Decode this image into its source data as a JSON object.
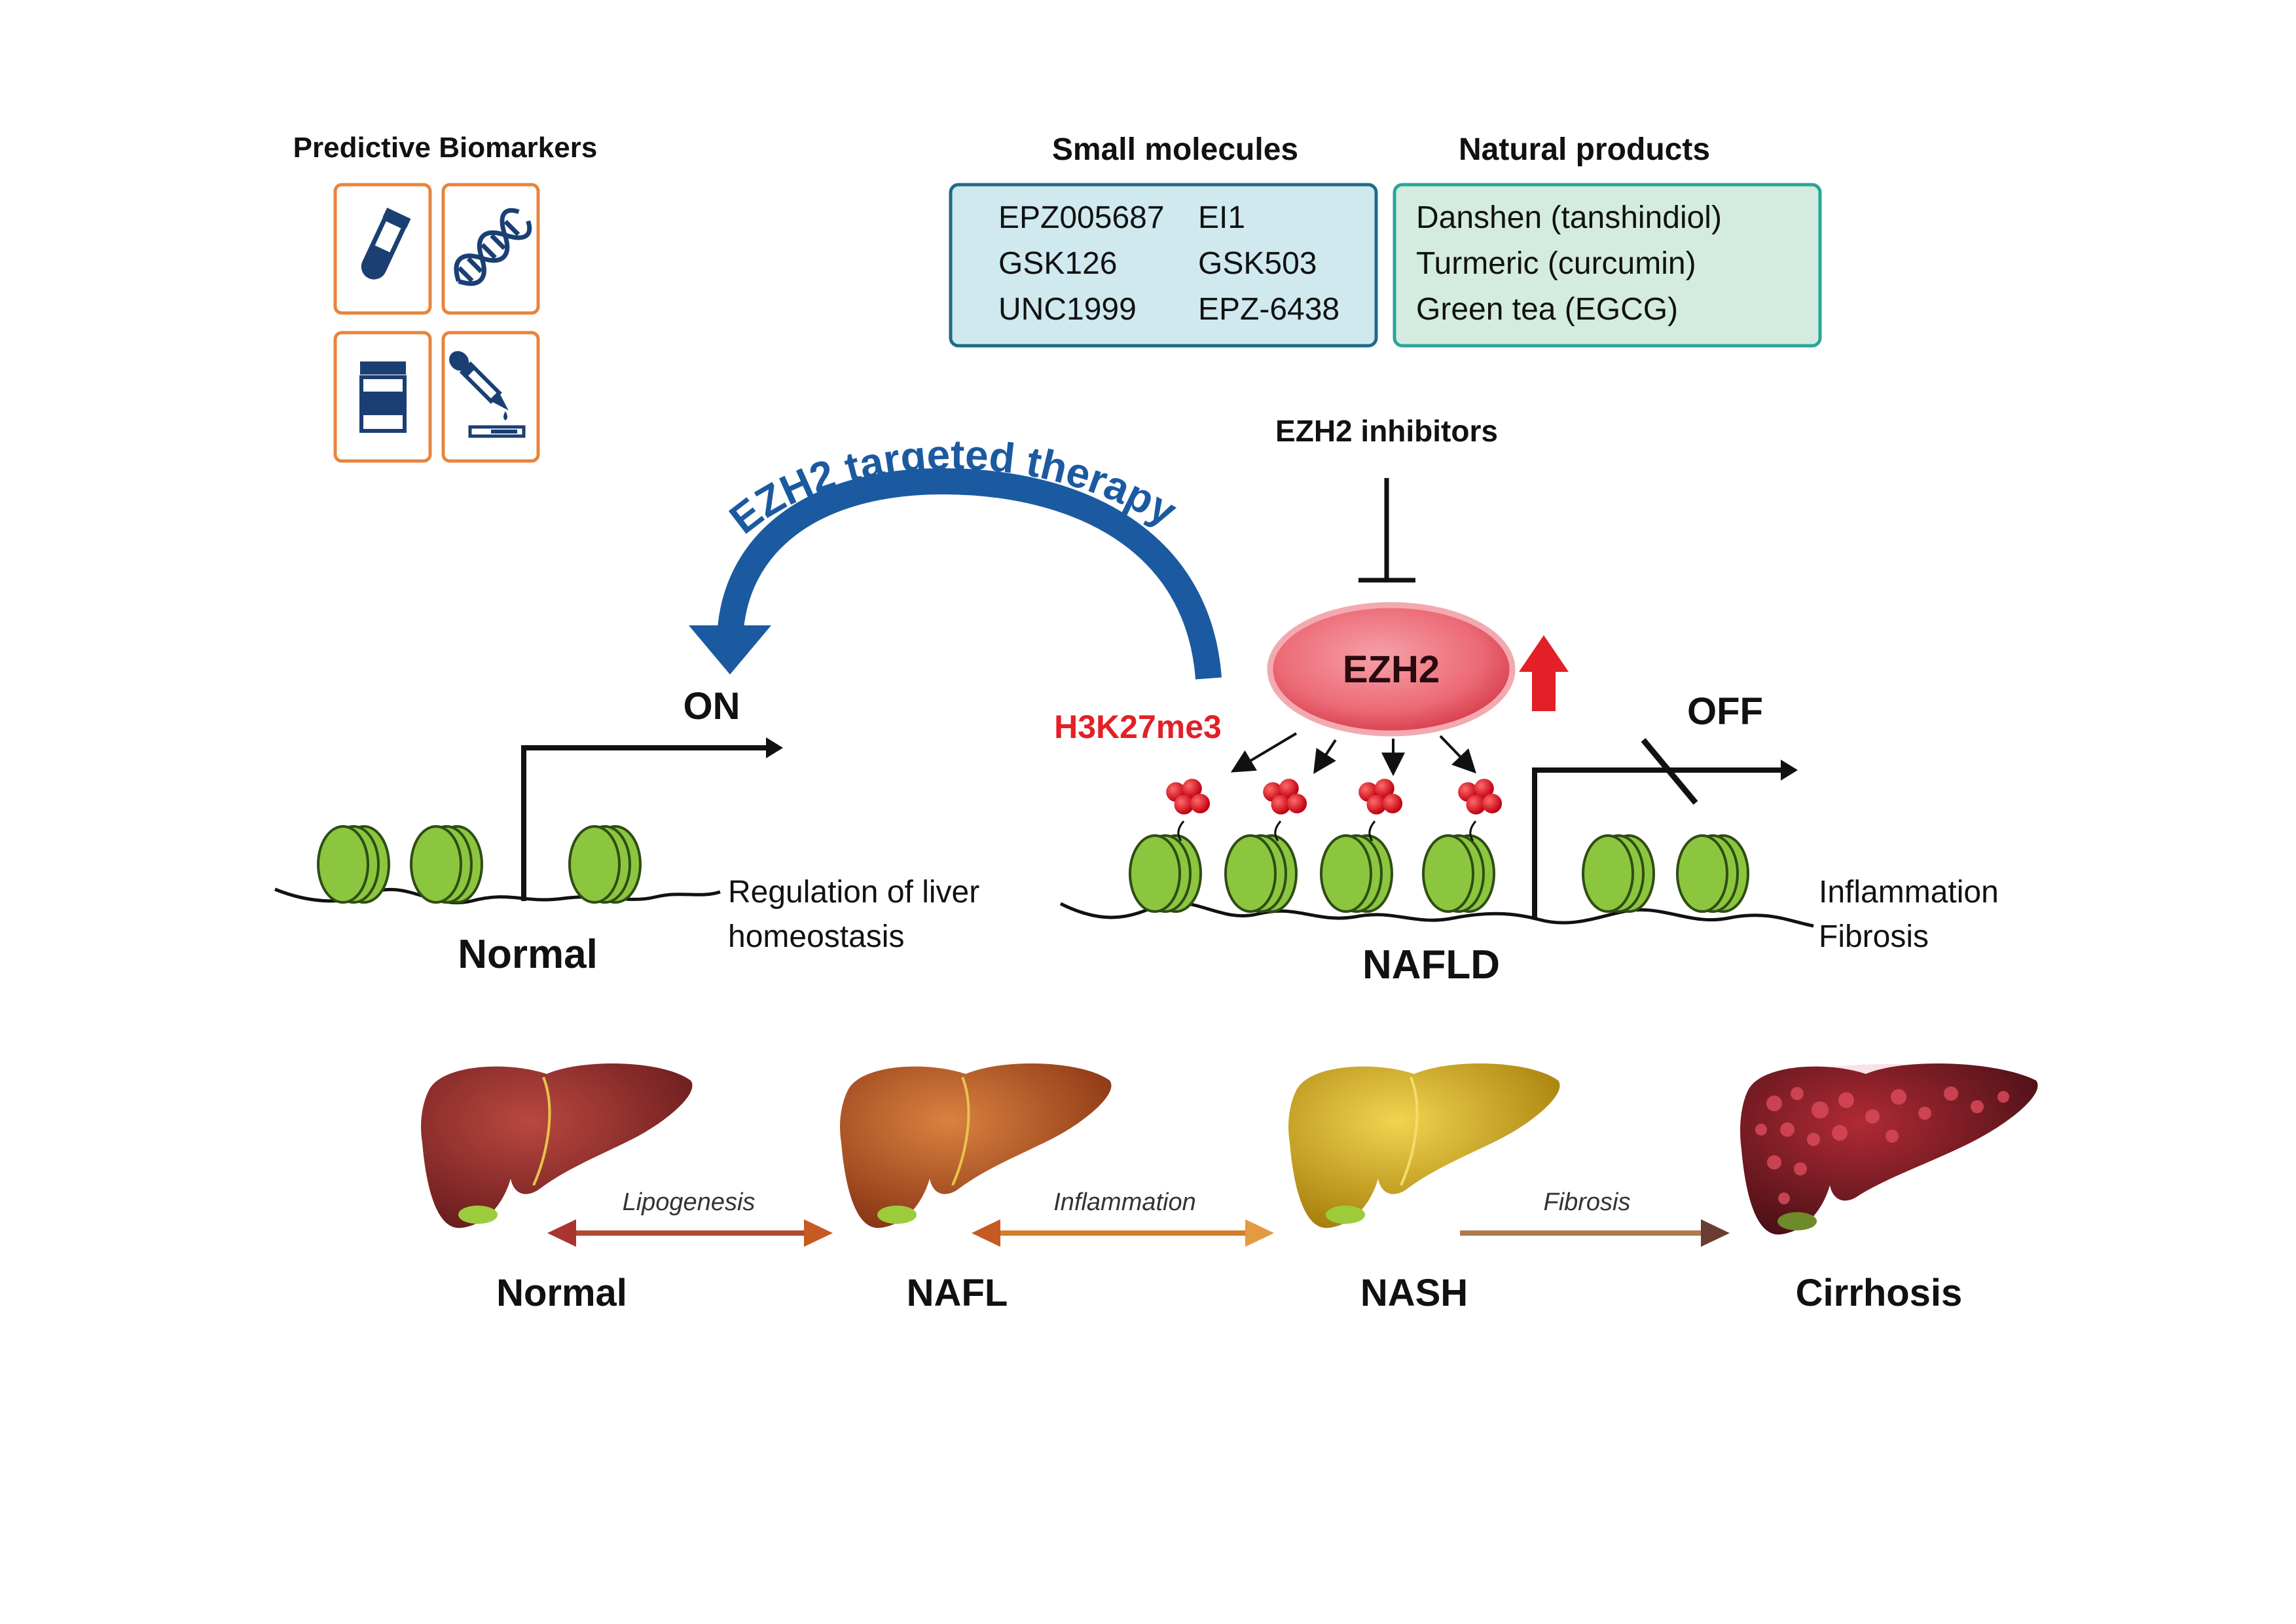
{
  "biomarkers": {
    "title": "Predictive Biomarkers",
    "icons": [
      "blood-tube-icon",
      "dna-icon",
      "specimen-jar-icon",
      "pipette-icon"
    ]
  },
  "small_molecules": {
    "title": "Small molecules",
    "items": [
      "EPZ005687",
      "EI1",
      "GSK126",
      "GSK503",
      "UNC1999",
      "EPZ-6438"
    ]
  },
  "natural_products": {
    "title": "Natural products",
    "items": [
      "Danshen (tanshindiol)",
      "Turmeric (curcumin)",
      "Green tea (EGCG)"
    ]
  },
  "inhibitors_label": "EZH2 inhibitors",
  "therapy_label": "EZH2 targeted therapy",
  "ezh2_label": "EZH2",
  "mark_label": "H3K27me3",
  "on_label": "ON",
  "off_label": "OFF",
  "normal_chromatin": {
    "label": "Normal",
    "outcome_line1": "Regulation of liver",
    "outcome_line2": "homeostasis"
  },
  "nafld_chromatin": {
    "label": "NAFLD",
    "outcome_line1": "Inflammation",
    "outcome_line2": "Fibrosis"
  },
  "stages": [
    {
      "name": "Normal",
      "color": "#8e2a2a"
    },
    {
      "name": "NAFL",
      "color": "#b4521e"
    },
    {
      "name": "NASH",
      "color": "#c9a011"
    },
    {
      "name": "Cirrhosis",
      "color": "#7a1620"
    }
  ],
  "transitions": [
    "Lipogenesis",
    "Inflammation",
    "Fibrosis"
  ],
  "colors": {
    "orange_frame": "#e8843c",
    "blue_dark": "#1b5aa0",
    "teal": "#2aa49a",
    "nucleosome": "#8cc63f",
    "red": "#e32027",
    "ezh2_fill": "#ee6f7a"
  }
}
